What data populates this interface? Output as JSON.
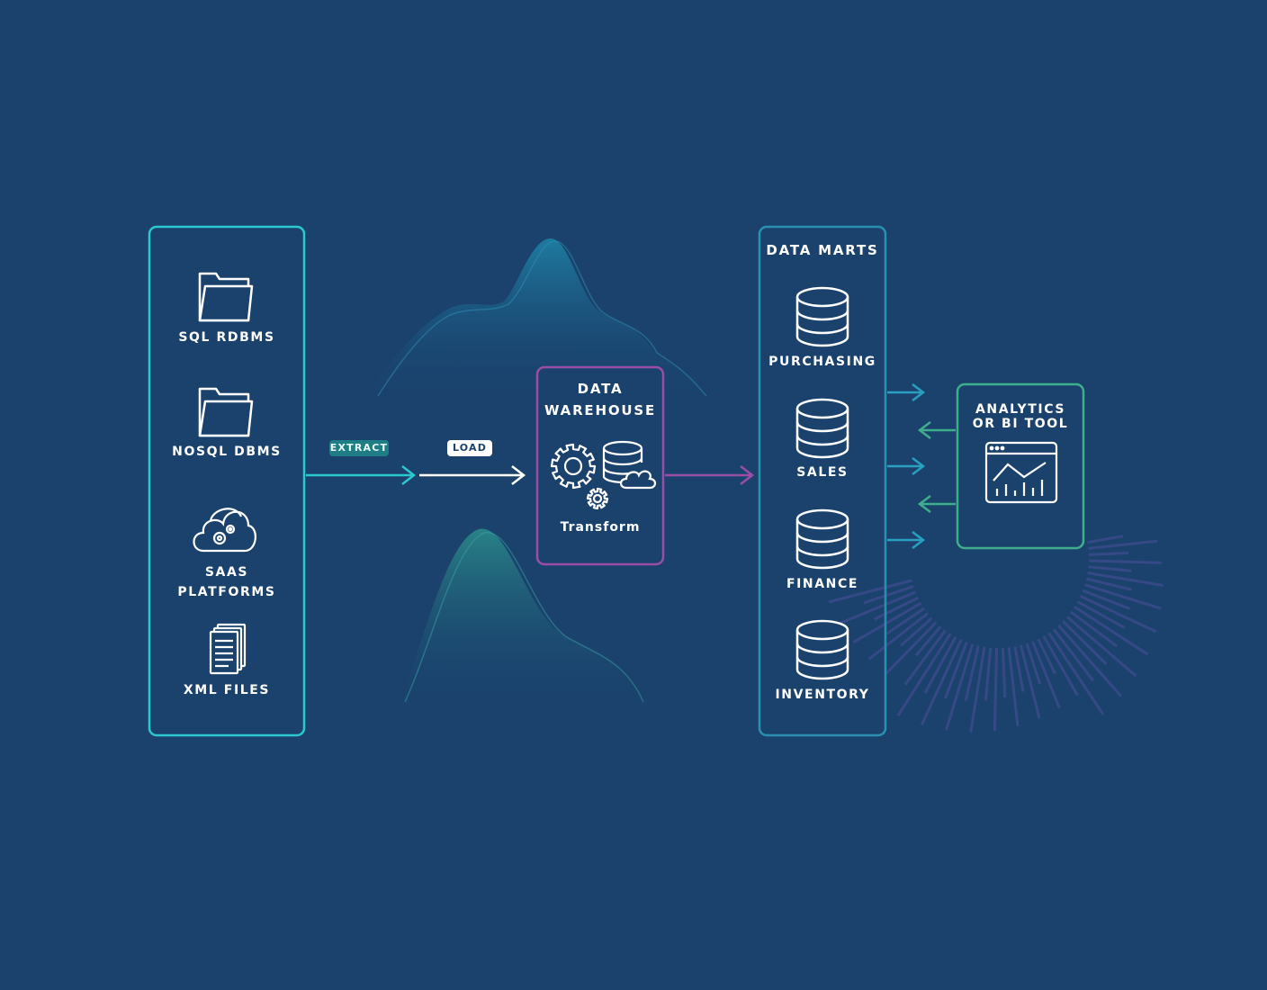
{
  "sources": {
    "items": [
      {
        "label": "SQL RDBMS",
        "icon": "folder-icon"
      },
      {
        "label": "NOSQL DBMS",
        "icon": "folder-icon"
      },
      {
        "label_lines": [
          "SAAS",
          "PLATFORMS"
        ],
        "icon": "cloud-gear-icon"
      },
      {
        "label": "XML FILES",
        "icon": "document-stack-icon"
      }
    ]
  },
  "flow": {
    "extract_label": "EXTRACT",
    "load_label": "LOAD"
  },
  "warehouse": {
    "title_lines": [
      "DATA",
      "WAREHOUSE"
    ],
    "transform_label": "Transform"
  },
  "data_marts": {
    "title": "DATA MARTS",
    "items": [
      {
        "label": "PURCHASING",
        "icon": "database-icon"
      },
      {
        "label": "SALES",
        "icon": "database-icon"
      },
      {
        "label": "FINANCE",
        "icon": "database-icon"
      },
      {
        "label": "INVENTORY",
        "icon": "database-icon"
      }
    ]
  },
  "analytics": {
    "title_lines": [
      "ANALYTICS",
      "OR BI TOOL"
    ],
    "icon": "dashboard-chart-icon"
  },
  "colors": {
    "background": "#1a426d",
    "sources_border": "#2bc8cf",
    "warehouse_border": "#9a4ea8",
    "marts_border": "#2a8fb0",
    "analytics_border": "#3fae8c",
    "extract_arrow": "#2bc8cf",
    "load_arrow": "#ffffff",
    "warehouse_to_marts_arrow": "#9a4ea8",
    "marts_to_analytics_arrow": "#2a9fc0",
    "analytics_to_marts_arrow": "#3fae8c"
  }
}
